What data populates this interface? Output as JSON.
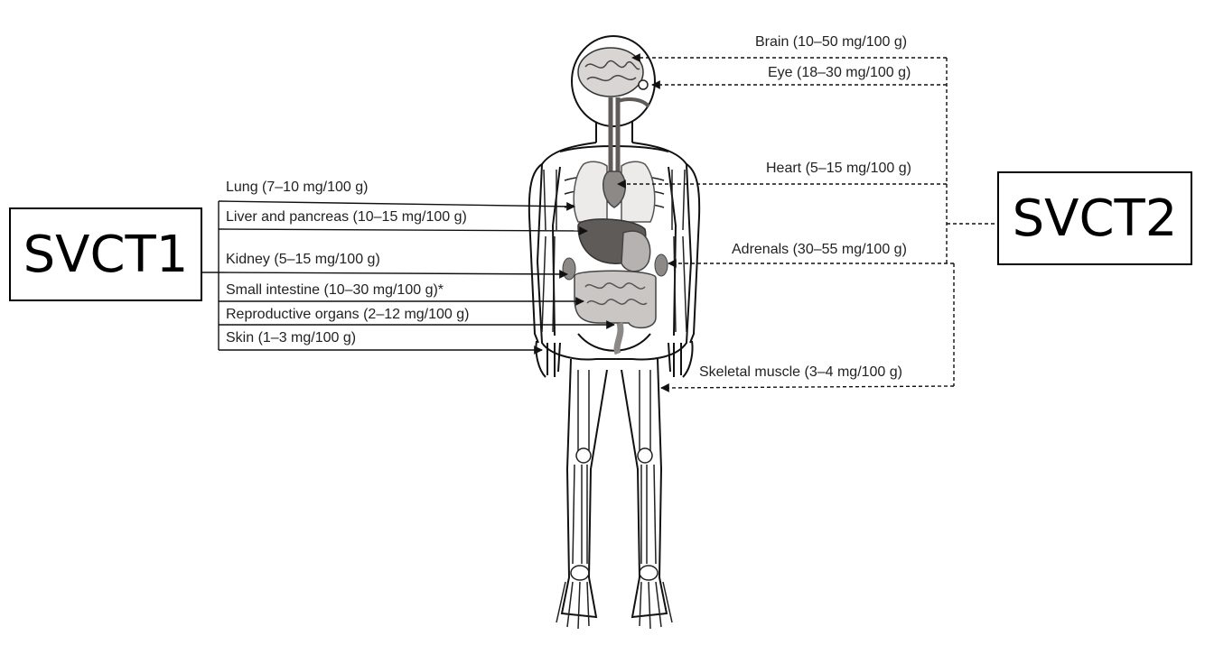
{
  "transporters": {
    "left": "SVCT1",
    "right": "SVCT2"
  },
  "left_labels": [
    "Lung (7–10 mg/100 g)",
    "Liver and pancreas (10–15 mg/100 g)",
    "Kidney (5–15 mg/100 g)",
    "Small intestine (10–30 mg/100 g)*",
    "Reproductive organs (2–12 mg/100 g)",
    "Skin (1–3 mg/100 g)"
  ],
  "right_labels": [
    "Brain (10–50 mg/100 g)",
    "Eye (18–30 mg/100 g)",
    "Heart (5–15 mg/100 g)",
    "Adrenals (30–55 mg/100 g)",
    "Skeletal muscle (3–4 mg/100 g)"
  ],
  "colors": {
    "line": "#111111",
    "organ_dark": "#5e5b58",
    "organ_mid": "#8c8986",
    "organ_light": "#c9c6c3"
  }
}
